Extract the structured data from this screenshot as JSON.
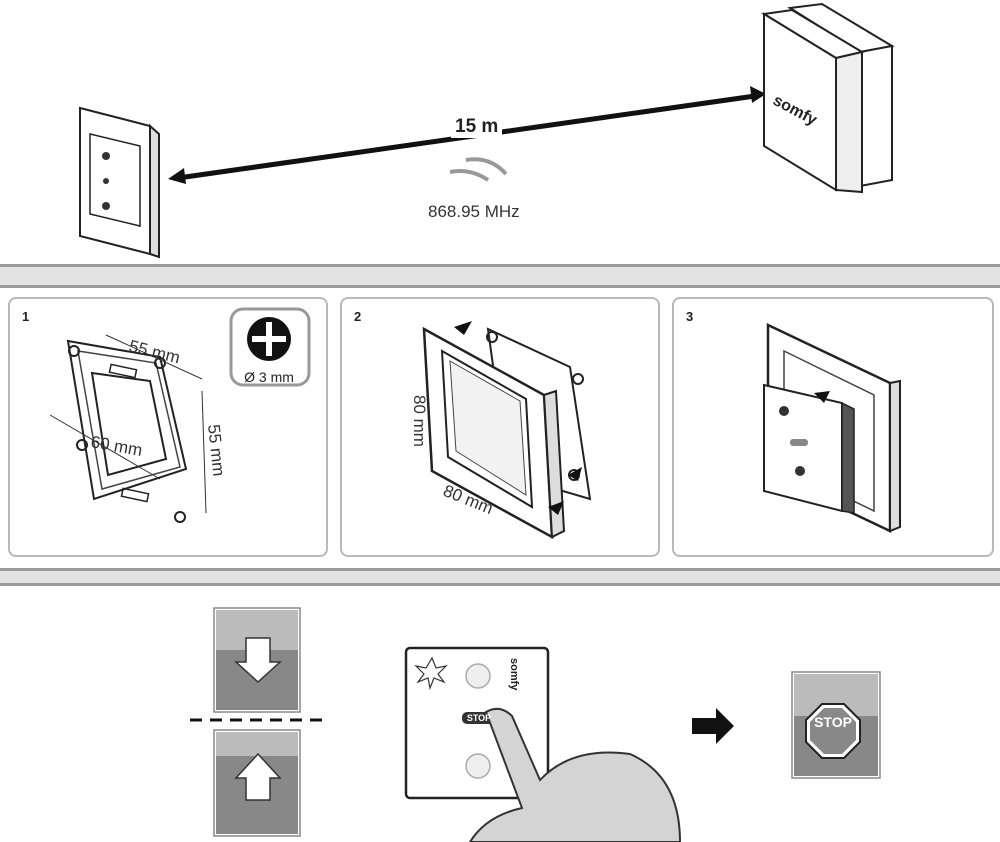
{
  "top": {
    "distance_label": "15 m",
    "frequency_label": "868.95 MHz",
    "brand": "somfy"
  },
  "steps": [
    {
      "number": "1",
      "width_label": "55 mm",
      "height_label": "55 mm",
      "inner_label": "60 mm",
      "tool_label": "Ø 3 mm"
    },
    {
      "number": "2",
      "height_label": "80 mm",
      "width_label": "80 mm"
    },
    {
      "number": "3"
    }
  ],
  "bottom": {
    "button_label": "STOP",
    "sign_label": "STOP",
    "brand": "somfy"
  }
}
